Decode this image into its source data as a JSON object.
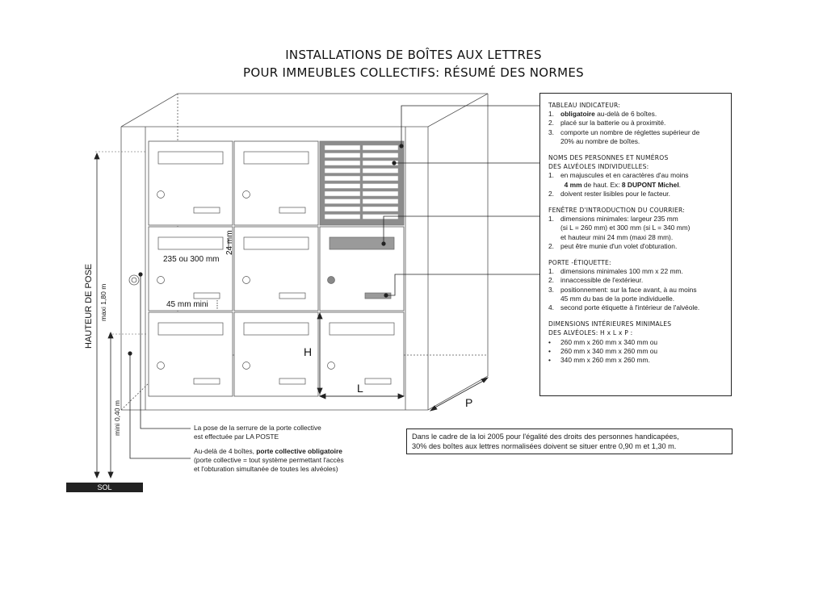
{
  "title": {
    "line1": "INSTALLATIONS DE BOÎTES AUX LETTRES",
    "line2": "POUR IMMEUBLES COLLECTIFS: RÉSUMÉ DES NORMES"
  },
  "diagram": {
    "hauteur_label": "HAUTEUR DE POSE",
    "maxi_label": "maxi 1,80 m",
    "mini_label": "mini 0,40 m",
    "window_width_label": "235 ou 300 mm",
    "window_height_label": "24 mm",
    "label_distance": "45 mm mini",
    "h_label": "H",
    "l_label": "L",
    "p_label": "P",
    "sol_label": "SOL"
  },
  "annotations": {
    "lock": {
      "line1": "La pose de la serrure de la porte collective",
      "line2": "est effectuée par LA POSTE"
    },
    "door": {
      "prefix": "Au-delà de 4 boîtes, ",
      "bold": "porte collective obligatoire",
      "line2": "(porte collective = tout système permettant l'accès",
      "line3": "et l'obturation simultanée de toutes les alvéoles)"
    }
  },
  "panel": {
    "tableau": {
      "title": "TABLEAU INDICATEUR:",
      "i1_bold": "obligatoire",
      "i1_rest": " au-delà de 6 boîtes.",
      "i2": "placé sur la batterie ou à proximité.",
      "i3a": "comporte un nombre de réglettes supérieur de",
      "i3b": "20% au nombre de boîtes."
    },
    "noms": {
      "title1": "NOMS DES PERSONNES ET NUMÉROS",
      "title2": "DES ALVÉOLES INDIVIDUELLES:",
      "i1a": "en majuscules et en caractères d'au moins",
      "i1b_bold": "4 mm",
      "i1b_rest": " de haut. Ex: ",
      "i1b_bold2": "8 DUPONT Michel",
      "i1b_end": ".",
      "i2": "doivent rester lisibles pour le facteur."
    },
    "fenetre": {
      "title": "FENÊTRE D'INTRODUCTION DU COURRIER:",
      "i1a": "dimensions minimales: largeur 235 mm",
      "i1b": "(si L = 260 mm) et 300 mm (si L = 340 mm)",
      "i1c": "et hauteur mini 24 mm (maxi 28 mm).",
      "i2": "peut être munie d'un volet d'obturation."
    },
    "porte": {
      "title": "PORTE -ÉTIQUETTE:",
      "i1": "dimensions minimales 100 mm x 22 mm.",
      "i2": "innaccessible de l'extérieur.",
      "i3a": "positionnement: sur la face avant, à au moins",
      "i3b": "45 mm du bas de la porte individuelle.",
      "i4": "second porte étiquette à l'intérieur de l'alvéole."
    },
    "dimensions": {
      "title1": "DIMENSIONS INTÉRIEURES MINIMALES",
      "title2": "DES ALVÉOLES: H x L x P :",
      "items": [
        "260 mm x 260 mm x 340 mm ou",
        "260 mm x 340 mm x 260 mm ou",
        "340 mm x 260 mm x 260 mm."
      ]
    },
    "numbers": [
      "1.",
      "2.",
      "3.",
      "4."
    ],
    "bullet": "•"
  },
  "note": {
    "line1": "Dans le cadre de la loi 2005 pour l'égalité des droits des personnes handicapées,",
    "line2": "30% des boîtes aux lettres normalisées doivent se situer entre 0,90 m et 1,30 m."
  },
  "colors": {
    "line": "#444444",
    "tableau_fill": "#8c8c8c",
    "window_fill": "#9a9a9a",
    "dark": "#222222"
  }
}
